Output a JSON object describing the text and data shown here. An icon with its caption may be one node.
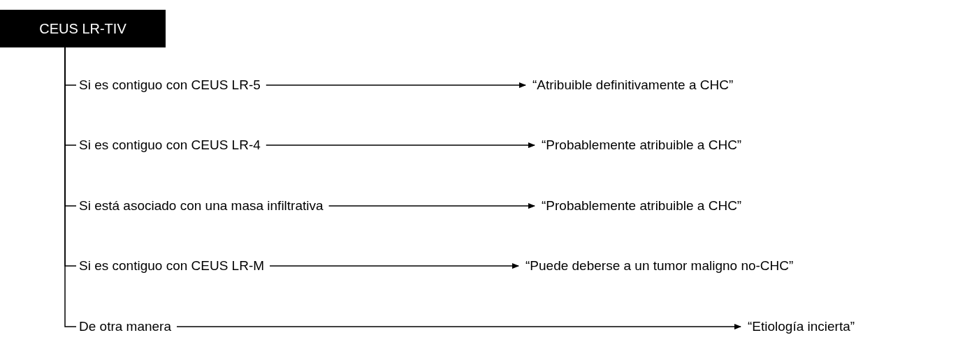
{
  "diagram": {
    "nodes": [
      {
        "text": [
          "CEUS LR-TIV"
        ]
      },
      {
        "text": [
          "Si es contiguo con CEUS LR-5"
        ]
      },
      {
        "text": [
          "Si es contiguo con CEUS LR-4"
        ]
      },
      {
        "text": [
          "Si está asociado con una masa infiltrativa"
        ]
      },
      {
        "text": [
          "Si es contiguo con CEUS LR-M"
        ]
      },
      {
        "text": [
          "De otra manera"
        ]
      },
      {
        "text": [
          "“Atribuible definitivamente a CHC”"
        ]
      },
      {
        "text": [
          "“Probablemente atribuible a CHC”"
        ]
      },
      {
        "text": [
          "“Probablemente atribuible a CHC”"
        ]
      },
      {
        "text": [
          "“Puede deberse a un tumor maligno no-CHC”"
        ]
      },
      {
        "text": [
          "“Etiología incierta”"
        ]
      }
    ],
    "edges": [
      {
        "from": 0,
        "to": 1,
        "arrow": "none"
      },
      {
        "from": 0,
        "to": 2,
        "arrow": "none"
      },
      {
        "from": 0,
        "to": 3,
        "arrow": "none"
      },
      {
        "from": 0,
        "to": 4,
        "arrow": "none"
      },
      {
        "from": 0,
        "to": 5,
        "arrow": "none"
      },
      {
        "from": 1,
        "to": 6,
        "arrow": "to"
      },
      {
        "from": 2,
        "to": 7,
        "arrow": "to"
      },
      {
        "from": 3,
        "to": 8,
        "arrow": "to"
      },
      {
        "from": 4,
        "to": 9,
        "arrow": "to"
      },
      {
        "from": 5,
        "to": 10,
        "arrow": "to"
      }
    ]
  }
}
